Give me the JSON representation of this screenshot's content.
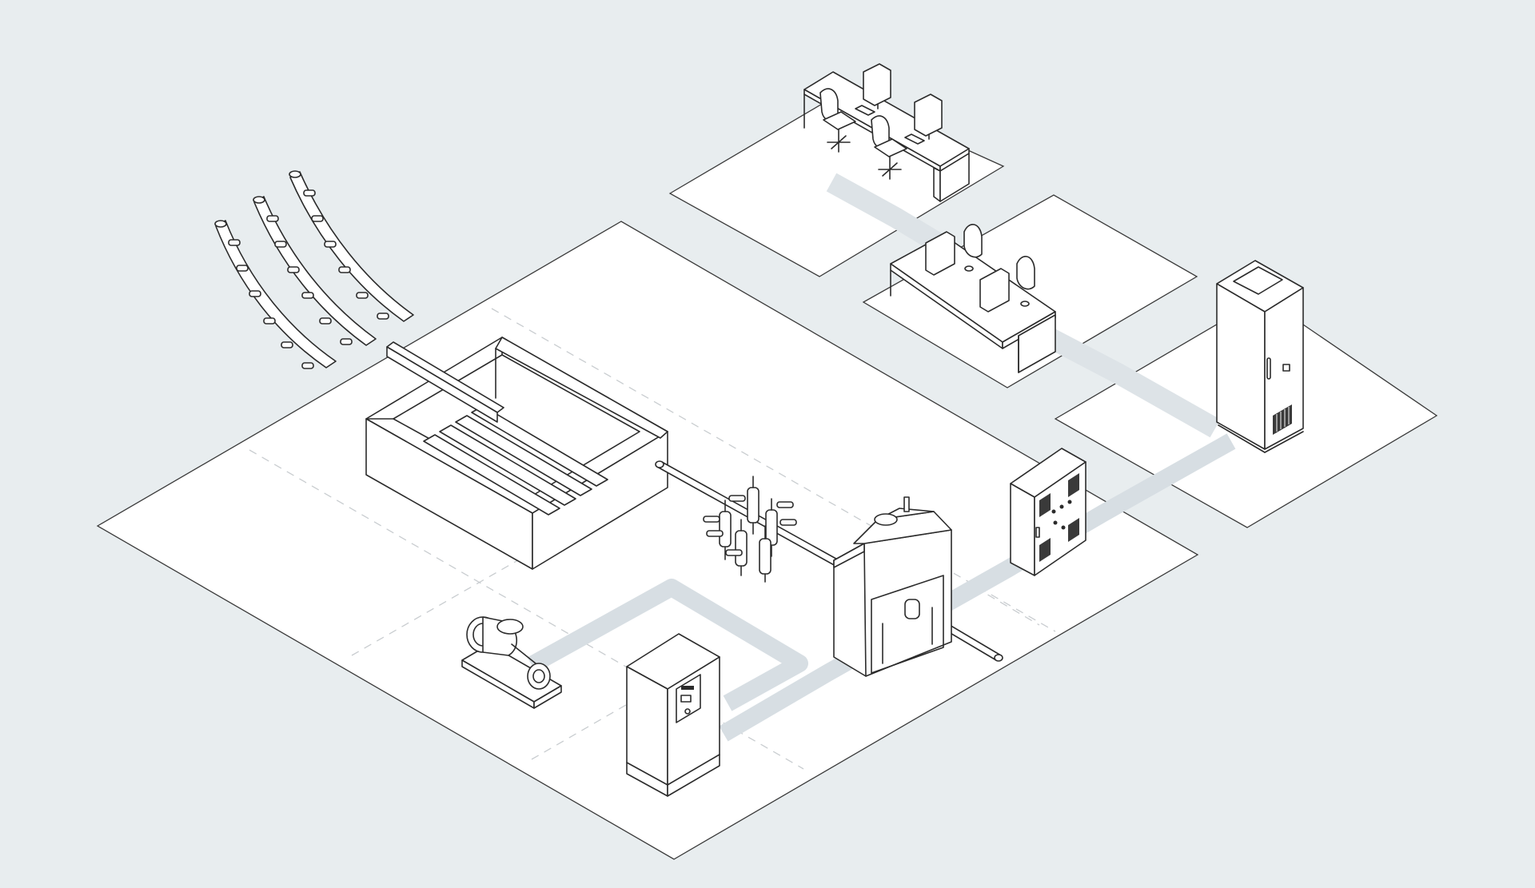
{
  "diagram": {
    "background_color": "#e8edef",
    "platform_color": "#ffffff",
    "line_color": "#2b2b2b",
    "cable_color": "#d7dee3",
    "components": [
      {
        "name": "power-line-insulator-strings",
        "icon": "overhead-line-icon"
      },
      {
        "name": "cooling-tank-with-busbars",
        "icon": "tank-icon"
      },
      {
        "name": "busbar-pipe",
        "icon": "pipe-icon"
      },
      {
        "name": "insulator-assembly",
        "icon": "insulator-icon"
      },
      {
        "name": "enclosure-with-shaft",
        "icon": "enclosure-icon"
      },
      {
        "name": "motor-pump",
        "icon": "motor-icon"
      },
      {
        "name": "floor-control-cabinet",
        "icon": "cabinet-icon"
      },
      {
        "name": "electrical-panel",
        "icon": "panel-icon"
      },
      {
        "name": "server-rack",
        "icon": "server-rack-icon"
      },
      {
        "name": "office-workstations",
        "icon": "desk-icon"
      },
      {
        "name": "open-plan-desks",
        "icon": "desk-icon"
      }
    ]
  }
}
